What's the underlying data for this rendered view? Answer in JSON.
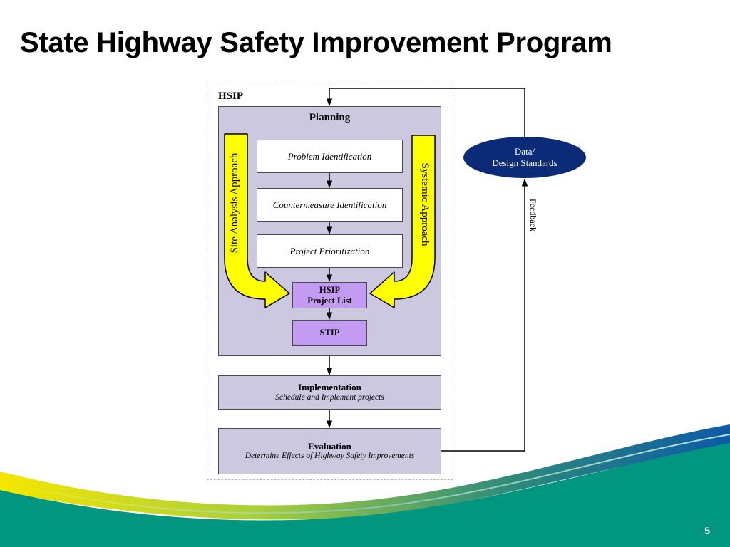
{
  "slide": {
    "title": "State Highway Safety Improvement Program",
    "page_number": "5"
  },
  "diagram": {
    "hsip_label": "HSIP",
    "planning": {
      "title": "Planning",
      "steps": [
        "Problem Identification",
        "Countermeasure Identification",
        "Project Prioritization"
      ],
      "left_approach": "Site Analysis Approach",
      "right_approach": "Systemic Approach",
      "project_list": [
        "HSIP",
        "Project List"
      ],
      "stip": "STIP"
    },
    "implementation": {
      "title": "Implementation",
      "subtitle": "Schedule and Implement projects"
    },
    "evaluation": {
      "title": "Evaluation",
      "subtitle": "Determine Effects of Highway Safety Improvements"
    },
    "data_standards": [
      "Data/",
      "Design Standards"
    ],
    "feedback_label": "Feedback"
  },
  "colors": {
    "panel": "#cbc8e0",
    "purple_box": "#c39bf3",
    "arrow_yellow": "#ffff00",
    "ellipse": "#0b2a78",
    "wave_teal": "#00967f",
    "wave_blue": "#0d5aa7",
    "wave_yellow": "#f5e600"
  }
}
